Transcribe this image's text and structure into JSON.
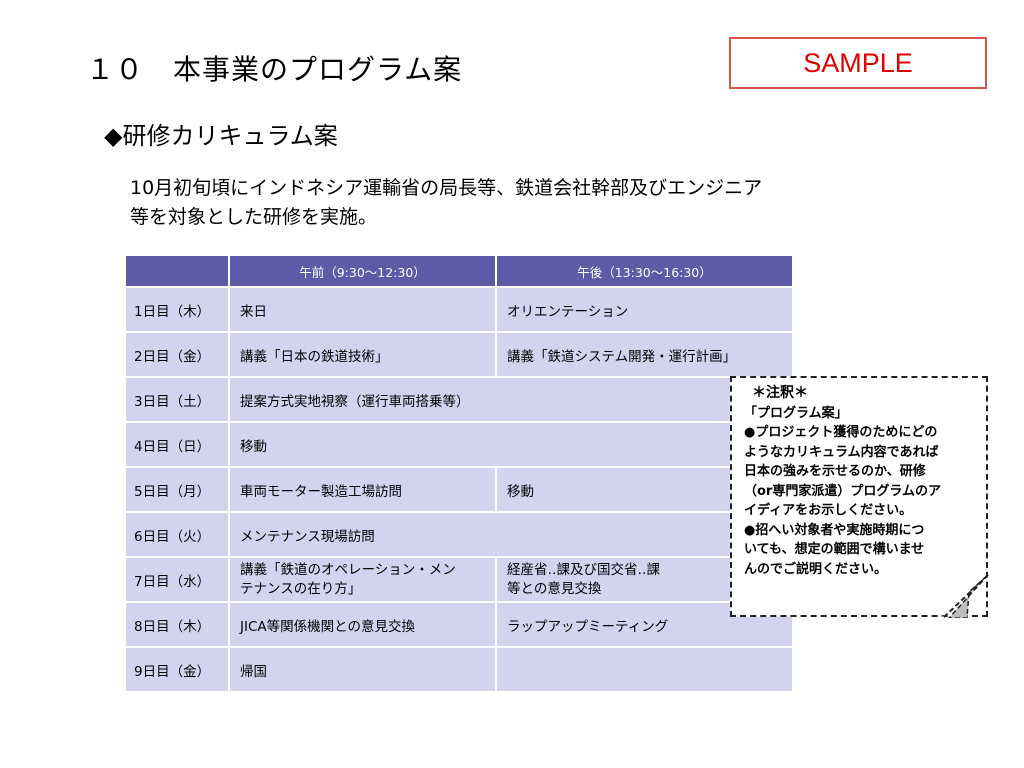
{
  "title": "１０　本事業のプログラム案",
  "badge": "SAMPLE",
  "subtitle": "◆研修カリキュラム案",
  "intro_line1": "10月初旬頃にインドネシア運輸省の局長等、鉄道会社幹部及びエンジニア",
  "intro_line2": "等を対象とした研修を実施。",
  "table": {
    "headers": [
      "",
      "午前（9:30～12:30）",
      "午後（13:30～16:30）"
    ],
    "rows": [
      {
        "day": "1日目（木）",
        "am": "来日",
        "pm": "オリエンテーション"
      },
      {
        "day": "2日目（金）",
        "am": "講義「日本の鉄道技術」",
        "pm": "講義「鉄道システム開発・運行計画」"
      },
      {
        "day": "3日目（土）",
        "full": "提案方式実地視察（運行車両搭乗等）"
      },
      {
        "day": "4日目（日）",
        "full": "移動"
      },
      {
        "day": "5日目（月）",
        "am": "車両モーター製造工場訪問",
        "pm": "移動"
      },
      {
        "day": "6日目（火）",
        "full": "メンテナンス現場訪問"
      },
      {
        "day": "7日目（水）",
        "am_line1": "講義「鉄道のオペレーション・メン",
        "am_line2": "テナンスの在り方」",
        "pm_line1": "経産省‥課及び国交省‥課",
        "pm_line2": "等との意見交換"
      },
      {
        "day": "8日目（木）",
        "am": "JICA等関係機関との意見交換",
        "pm": "ラップアップミーティング"
      },
      {
        "day": "9日目（金）",
        "am": "帰国",
        "pm": ""
      }
    ]
  },
  "note": {
    "heading": "＊注釈＊",
    "lines": [
      "「プログラム案」",
      "●プロジェクト獲得のためにどの",
      "ようなカリキュラム内容であれば",
      "日本の強みを示せるのか、研修",
      "（or専門家派遣）プログラムのア",
      "イディアをお示しください。",
      "●招へい対象者や実施時期につ",
      "いても、想定の範囲で構いませ",
      "んのでご説明ください。"
    ]
  },
  "colors": {
    "header_bg": "#5b5ba8",
    "cell_bg": "#d3d3ef",
    "badge_red": "#e00000"
  },
  "icons": {
    "note_corner": "folded-corner-icon"
  }
}
